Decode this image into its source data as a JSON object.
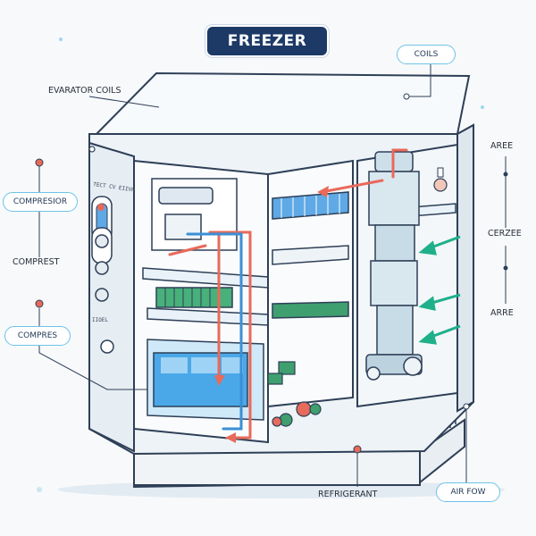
{
  "title": "FREEZER",
  "labels": {
    "evaporator_coils": "EVARATOR COILS",
    "coils": "COILS",
    "compressor_top": "COMPRESIOR",
    "compress_mid": "COMPREST",
    "compres_low": "COMPRES",
    "refrigerant": "REFRIGERANT",
    "airflow": "AIR FOW",
    "aree_top": "AREE",
    "cerzee": "CERZEE",
    "arre": "ARRE"
  },
  "panel": {
    "top_text": "TECT CV EIIVH",
    "bottom_text": "IIOEL"
  },
  "colors": {
    "title_bg": "#1d3a66",
    "accent_blue": "#6fc3e6",
    "pipe_red": "#e86a5a",
    "pipe_blue": "#3a8fd6",
    "airflow_green": "#1fb08a",
    "ice_blue": "#4aa8e8",
    "outline": "#2e3f57"
  }
}
